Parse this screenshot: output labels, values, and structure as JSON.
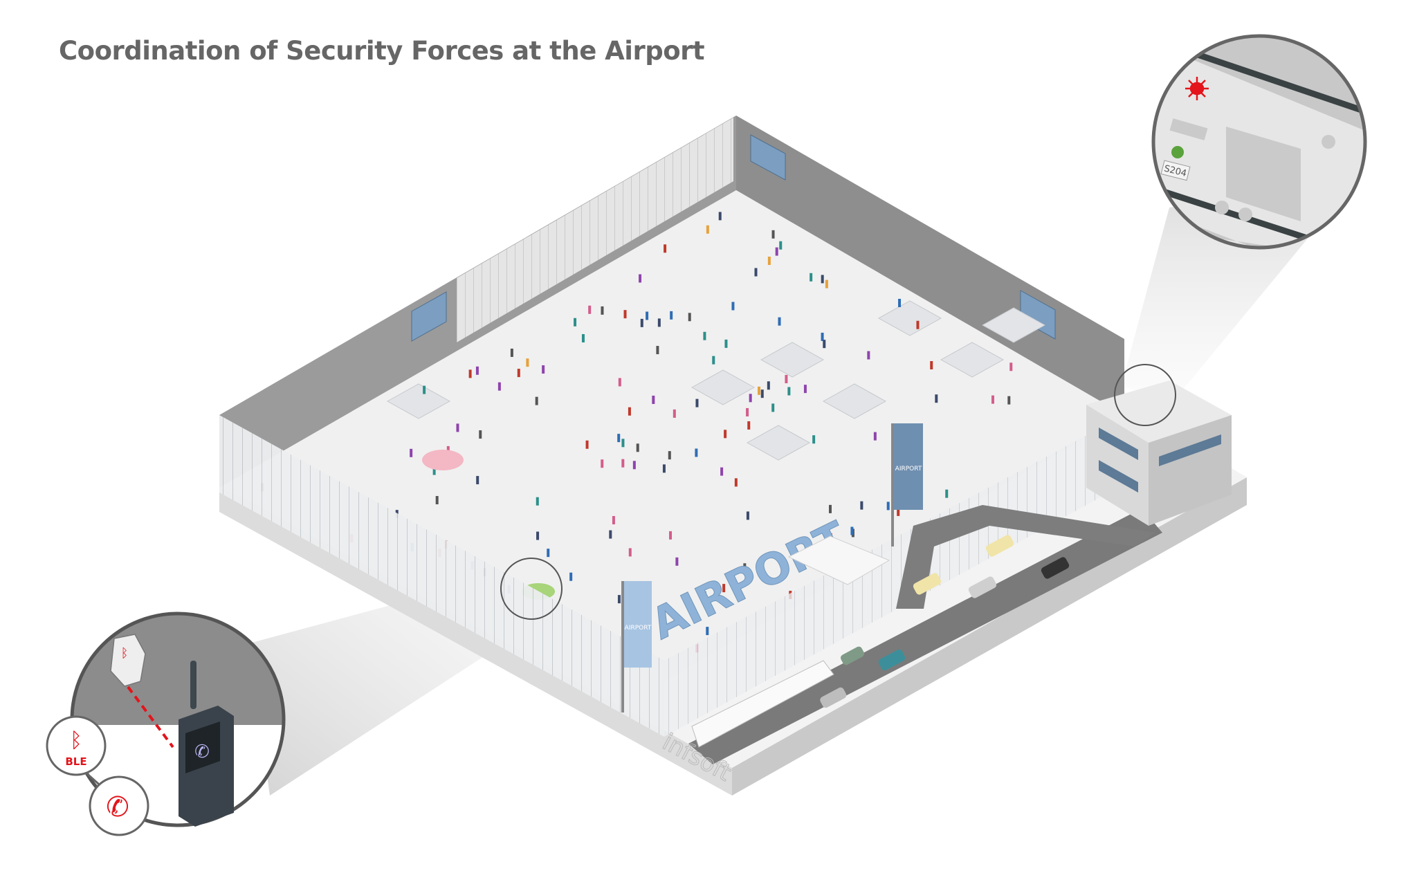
{
  "title": "Coordination of Security Forces at the Airport",
  "scene": {
    "facade_lettering": "AIRPORT",
    "banners": [
      "AIRPORT",
      "AIRPORT"
    ],
    "watermark": "infsoft"
  },
  "callout_right": {
    "room_label": "S204",
    "alarm_light": "red-alarm-icon",
    "status_dot": "green-status-icon"
  },
  "callout_left": {
    "ble_label": "BLE",
    "icons": [
      "bluetooth-beacon-icon",
      "radio-handset-icon",
      "incoming-call-icon"
    ]
  },
  "colors": {
    "accent_red": "#e3141b",
    "status_green": "#5aa33c",
    "title_gray": "#666666",
    "wall_gray": "#9b9b9b",
    "banner_blue": "#6f95bb"
  }
}
